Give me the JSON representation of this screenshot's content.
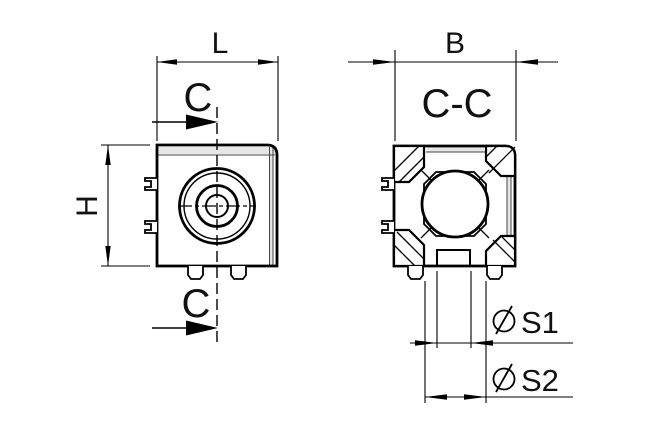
{
  "drawing": {
    "type": "technical-drawing",
    "views": {
      "front_view": "left view of corner bracket with threaded bore",
      "section_view": "sectional view C-C of corner bracket"
    },
    "labels": {
      "length": "L",
      "width": "B",
      "height": "H",
      "section_cut_top": "C",
      "section_cut_bottom": "C",
      "section_view": "C-C",
      "s1": "S1",
      "s2": "S2"
    },
    "icons": {
      "diameter_s1": "diameter-symbol",
      "diameter_s2": "diameter-symbol"
    },
    "colors": {
      "line": "#000000",
      "background": "#ffffff",
      "shading": "#e6e6e6"
    }
  }
}
